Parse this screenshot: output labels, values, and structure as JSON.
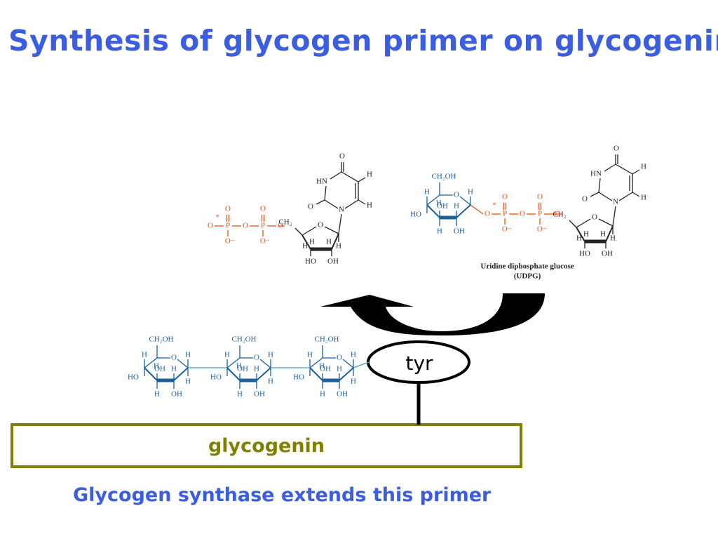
{
  "slide": {
    "title": "Synthesis of glycogen primer on glycogenin",
    "caption": "Glycogen synthase extends this primer"
  },
  "diagram": {
    "protein_label": "glycogenin",
    "residue_label": "tyr",
    "udpg_name": "Uridine diphosphate glucose",
    "udpg_abbrev": "(UDPG)",
    "chem": {
      "O": "O",
      "P": "P",
      "O_minus": "O−",
      "N": "N",
      "HN": "HN",
      "H": "H",
      "HO": "HO",
      "OH": "OH",
      "CH2OH": "CH₂OH",
      "CH2": "CH₂",
      "star": "*"
    }
  },
  "colors": {
    "title_blue": "#3b5ee0",
    "box_olive": "#808000",
    "phosphate_orange": "#e8501a",
    "glycogen_blue": "#1a5fa0",
    "structure_black": "#222222"
  }
}
